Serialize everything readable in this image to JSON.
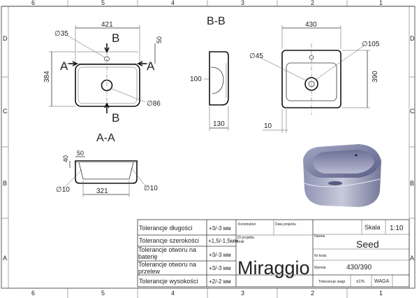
{
  "frame": {
    "top_numbers": [
      "6",
      "5",
      "4",
      "3",
      "2",
      "1"
    ],
    "bottom_numbers": [
      "6",
      "5",
      "4",
      "3",
      "2",
      "1"
    ],
    "left_letters": [
      "D",
      "C",
      "B",
      "A"
    ],
    "right_letters": [
      "D",
      "C",
      "B",
      "A"
    ]
  },
  "views": {
    "section_bb_title": "B-B",
    "section_aa_title": "A-A",
    "top_view": {
      "width_dim": "421",
      "height_dim": "384",
      "dim_50": "50",
      "dia_35": "∅35",
      "dia_86": "∅86",
      "cut_b_top": "B",
      "cut_b_bottom": "B",
      "cut_a_left": "A",
      "cut_a_right": "A"
    },
    "side_view": {
      "dim_100": "100",
      "dim_130": "130"
    },
    "front_view": {
      "width_dim": "430",
      "height_dim": "390",
      "dia_45": "∅45",
      "dia_105": "∅105",
      "dim_10": "10"
    },
    "section_aa": {
      "dim_50": "50",
      "dim_40": "40",
      "dim_321": "321",
      "dia_10_left": "∅10",
      "dia_10_right": "∅10"
    }
  },
  "title_block": {
    "rows": [
      {
        "label": "Tolerancje długości",
        "value": "+3/-3 мм"
      },
      {
        "label": "Tolerancje szerokości",
        "value": "+1,5/-1,5мм"
      },
      {
        "label": "Tolerancje otworu na baterię",
        "value": "+3/-3 мм"
      },
      {
        "label": "Tolerancje otworu na przelew",
        "value": "+3/-3 мм"
      },
      {
        "label": "Tolerancje wysokości",
        "value": "+2/-2 мм"
      }
    ],
    "konstruktor_label": "Konstruktor",
    "data_projektu_label": "Data projektu",
    "id_projektu_label": "ID projektu brak",
    "nazwa_label": "Nazwa",
    "nr_kodu_label": "Nr kodu",
    "wymiar_label": "Wymiar",
    "skala_label": "Skala",
    "skala_value": "1:10",
    "name_value": "Seed",
    "dimension_value": "430/390",
    "brand": "Miraggio",
    "tolerance_weight_label": "Tolerancje wagi",
    "tolerance_weight_value": "±1%",
    "waga_label": "WAGA"
  },
  "colors": {
    "render_light": "#d9dbe6",
    "render_mid": "#8f93b5",
    "render_dark": "#4c5177",
    "line": "#333333"
  }
}
